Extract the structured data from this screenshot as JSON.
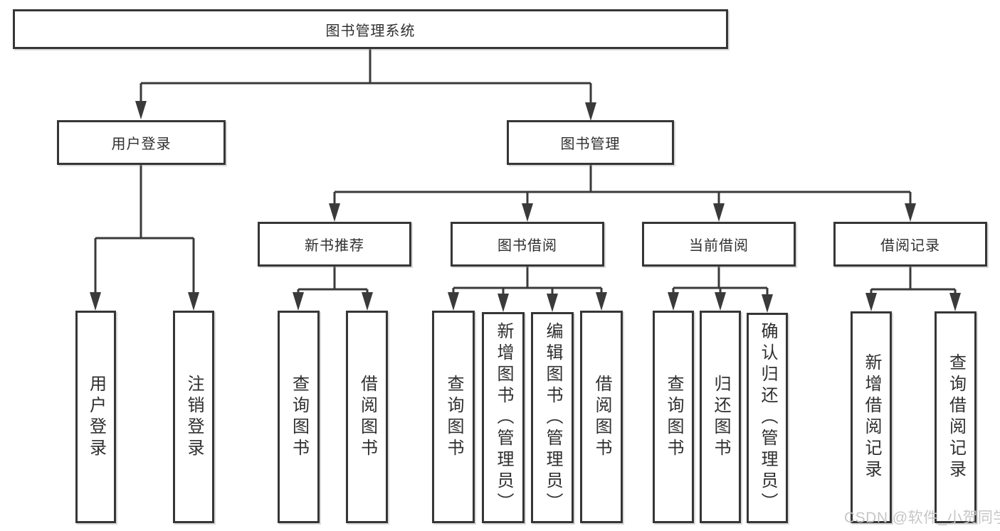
{
  "diagram": {
    "root": {
      "label": "图书管理系统"
    },
    "branches": [
      {
        "label": "用户登录",
        "children": [
          {
            "label": "用户登录"
          },
          {
            "label": "注销登录"
          }
        ]
      },
      {
        "label": "图书管理",
        "children": [
          {
            "label": "新书推荐",
            "children": [
              {
                "label": "查询图书"
              },
              {
                "label": "借阅图书"
              }
            ]
          },
          {
            "label": "图书借阅",
            "children": [
              {
                "label": "查询图书"
              },
              {
                "label": "新增图书（管理员）"
              },
              {
                "label": "编辑图书（管理员）"
              },
              {
                "label": "借阅图书"
              }
            ]
          },
          {
            "label": "当前借阅",
            "children": [
              {
                "label": "查询图书"
              },
              {
                "label": "归还图书"
              },
              {
                "label": "确认归还（管理员）"
              }
            ]
          },
          {
            "label": "借阅记录",
            "children": [
              {
                "label": "新增借阅记录"
              },
              {
                "label": "查询借阅记录"
              }
            ]
          }
        ]
      }
    ]
  },
  "watermark": {
    "text": "CSDN @软件_小贺同学"
  },
  "colors": {
    "border": "#363636",
    "line": "#3a3a3a",
    "text": "#2f2f2f",
    "background": "#ffffff",
    "watermark": "#c6c6c6"
  }
}
